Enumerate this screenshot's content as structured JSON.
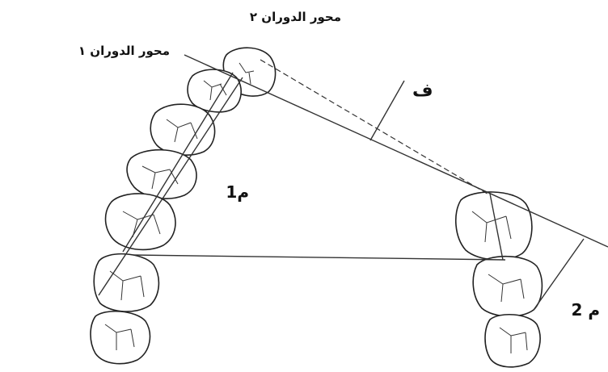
{
  "labels": {
    "axis2": "محور الدوران ٢",
    "axis1": "محور الدوران ١",
    "q": "ف",
    "m1": "م1",
    "m2": "م 2"
  },
  "colors": {
    "ink": "#222222",
    "background": "#ffffff"
  }
}
